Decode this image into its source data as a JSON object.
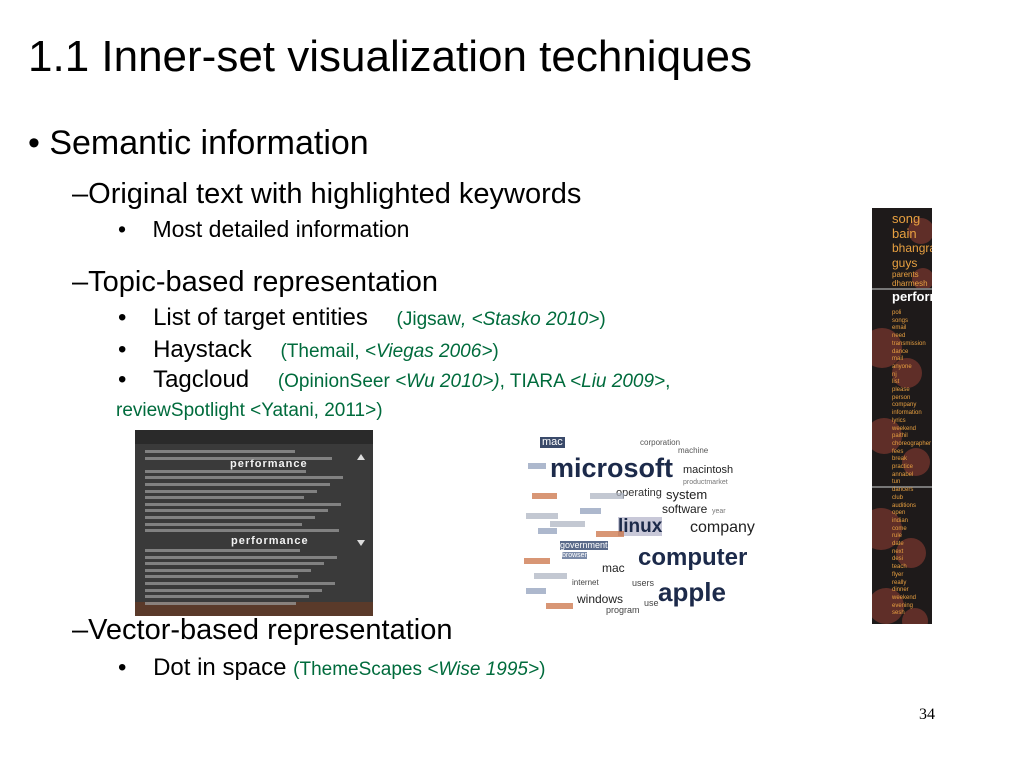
{
  "title": "1.1 Inner-set visualization techniques",
  "bullet_l1": "• Semantic information",
  "items": {
    "original_text": "Original text with highlighted keywords",
    "most_detailed": "Most detailed information",
    "topic_based": "Topic-based representation",
    "list_entities": "List of target entities",
    "list_entities_cite_open": "(Jigsaw",
    "list_entities_cite_ref": ", <Stasko 2010>",
    "list_entities_cite_close": ")",
    "haystack": "Haystack",
    "haystack_cite_open": "(Themail, ",
    "haystack_cite_ref": "<Viegas 2006>",
    "haystack_cite_close": ")",
    "tagcloud": "Tagcloud",
    "tagcloud_cite_a": "(OpinionSeer ",
    "tagcloud_cite_a_ref": "<Wu 2010>)",
    "tagcloud_cite_b": ", TIARA ",
    "tagcloud_cite_b_ref": "<Liu 2009>",
    "tagcloud_cite_b_end": ",",
    "tagcloud_cite_line2": "reviewSpotlight <Yatani, 2011>)",
    "vector_based": "Vector-based representation",
    "dot_in_space": "Dot in space",
    "dot_cite_open": "(ThemeScapes ",
    "dot_cite_ref": "<Wise 1995>",
    "dot_cite_close": ")"
  },
  "dash": "–",
  "bullet": "•",
  "page_number": "34",
  "doc_image": {
    "keyword_1": "performance",
    "keyword_2": "performance"
  },
  "tag_cloud": {
    "words": [
      "mac",
      "corporation",
      "machine",
      "microsoft",
      "macintosh",
      "productmarket",
      "operating",
      "system",
      "software",
      "year",
      "linux",
      "company",
      "government",
      "computer",
      "mac",
      "internet",
      "users",
      "windows",
      "use",
      "apple",
      "program",
      "browser"
    ]
  },
  "haystack_words": {
    "top": [
      "song",
      "bain",
      "bhangra",
      "guys",
      "parents",
      "dharmesh"
    ],
    "highlight": "performance",
    "small": [
      "poli",
      "songs",
      "email",
      "need",
      "transmission",
      "dance",
      "mail",
      "anyone",
      "nj",
      "list",
      "please",
      "person",
      "company",
      "information",
      "lyrics",
      "weekend",
      "paithil",
      "choreographer",
      "fees",
      "break",
      "practice",
      "annabel",
      "tun",
      "dancers",
      "club",
      "auditions",
      "open",
      "indian",
      "come",
      "rule",
      "date",
      "next",
      "desi",
      "teach",
      "flyer",
      "really",
      "dinner",
      "weekend",
      "evening",
      "sesh"
    ]
  },
  "colors": {
    "citation": "#006b3c",
    "haystack_bg": "#1e1a1a",
    "haystack_word": "#e8a040",
    "cloud_dark": "#1c2a4a"
  }
}
